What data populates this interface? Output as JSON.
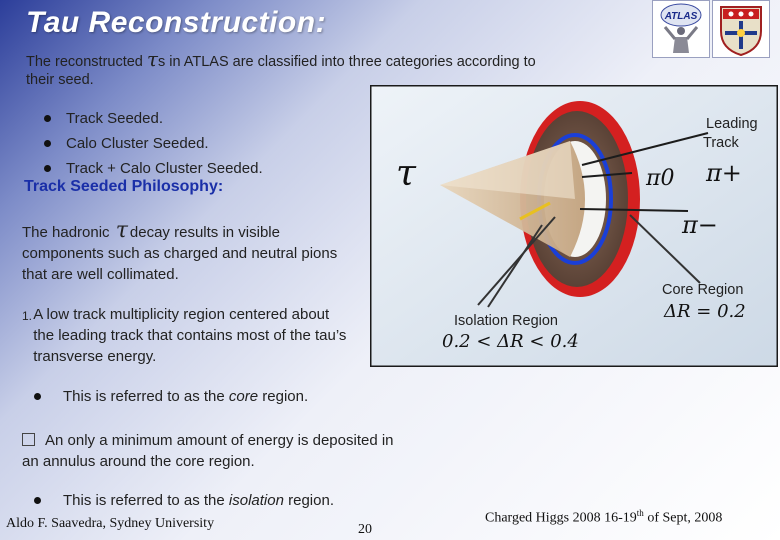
{
  "slide": {
    "title": "Tau Reconstruction:",
    "intro_part1": "The reconstructed",
    "intro_tau": "τ",
    "intro_part2": "s in ATLAS are classified into three categories according to their seed.",
    "categories": [
      "Track Seeded.",
      "Calo Cluster Seeded.",
      "Track + Calo Cluster Seeded."
    ],
    "philosophy_heading": "Track Seeded Philosophy:",
    "hadronic_part1": "The hadronic",
    "hadronic_tau": "τ",
    "hadronic_part2": "decay results in visible components such as charged and neutral pions that are well collimated.",
    "numbered_item_num": "1.",
    "numbered_item_text": "A low track multiplicity region centered about the leading track that contains most of the tau’s transverse energy.",
    "core_ref_prefix": "This is referred to as the",
    "core_ref_em": "core",
    "core_ref_suffix": "region.",
    "annulus_text": "An only a minimum amount of energy  is deposited in an annulus around the core region.",
    "isolation_ref_prefix": "This is referred to as the",
    "isolation_ref_em": "isolation",
    "isolation_ref_suffix": "region."
  },
  "diagram": {
    "tau_symbol": "τ",
    "leading_track_line1": "Leading",
    "leading_track_line2": "Track",
    "pi_plus": "π+",
    "pi_zero": "π0",
    "pi_minus": "π−",
    "core_region_label": "Core Region",
    "core_region_formula": "ΔR = 0.2",
    "isolation_region_label": "Isolation Region",
    "isolation_region_formula": "0.2 < ΔR < 0.4",
    "colors": {
      "outer_ring": "#d42020",
      "inner_ring": "#1a3fd8",
      "cone": "#d8bfa0",
      "background": "#dfe8f2"
    }
  },
  "logos": {
    "atlas_text": "ATLAS"
  },
  "footer": {
    "author": "Aldo F. Saavedra, Sydney University",
    "page_number": "20",
    "conference_prefix": "Charged Higgs 2008  16-19",
    "conference_sup": "th",
    "conference_suffix": " of Sept, 2008"
  }
}
